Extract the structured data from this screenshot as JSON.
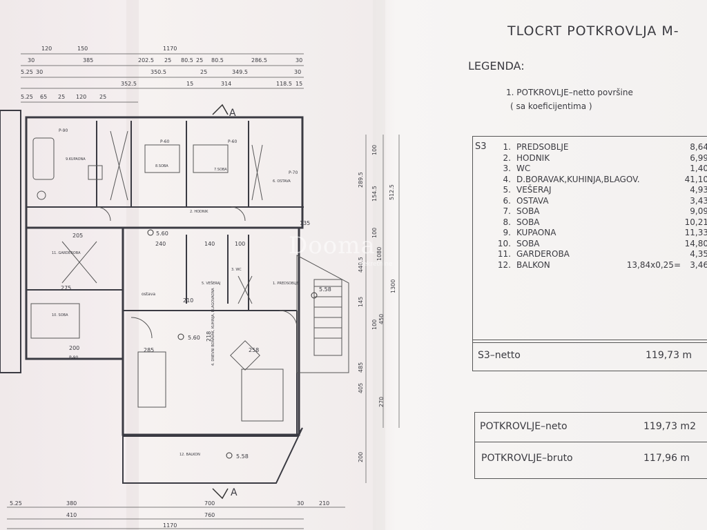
{
  "title": "TLOCRT POTKROVLJA M-",
  "legend_heading": "LEGENDA:",
  "legend_note_line1": "1. POTKROVLJE–netto površine",
  "legend_note_line2": "( sa koeficijentima )",
  "unit_tag": "S3",
  "rooms": [
    {
      "no": "1.",
      "name": "PREDSOBLJE",
      "calc": "",
      "area": "8,64"
    },
    {
      "no": "2.",
      "name": "HODNIK",
      "calc": "",
      "area": "6,99"
    },
    {
      "no": "3.",
      "name": "WC",
      "calc": "",
      "area": "1,40"
    },
    {
      "no": "4.",
      "name": "D.BORAVAK,KUHINJA,BLAGOV.",
      "calc": "",
      "area": "41,10"
    },
    {
      "no": "5.",
      "name": "VEŠERAJ",
      "calc": "",
      "area": "4,93"
    },
    {
      "no": "6.",
      "name": "OSTAVA",
      "calc": "",
      "area": "3,43"
    },
    {
      "no": "7.",
      "name": "SOBA",
      "calc": "",
      "area": "9,09"
    },
    {
      "no": "8.",
      "name": "SOBA",
      "calc": "",
      "area": "10,21"
    },
    {
      "no": "9.",
      "name": "KUPAONA",
      "calc": "",
      "area": "11,33"
    },
    {
      "no": "10.",
      "name": "SOBA",
      "calc": "",
      "area": "14,80"
    },
    {
      "no": "11.",
      "name": "GARDEROBA",
      "calc": "",
      "area": "4,35"
    },
    {
      "no": "12.",
      "name": "BALKON",
      "calc": "13,84x0,25=",
      "area": "3,46"
    }
  ],
  "s3_netto_label": "S3–netto",
  "s3_netto_value": "119,73 m",
  "potkrovlje_neto_label": "POTKROVLJE–neto",
  "potkrovlje_neto_value": "119,73 m2",
  "potkrovlje_bruto_label": "POTKROVLJE–bruto",
  "potkrovlje_bruto_value": "117,96 m",
  "watermark": "Dooma",
  "watermark_sub": "nekretnine",
  "plan": {
    "top_dims_row1": [
      "120",
      "150",
      "1170"
    ],
    "top_dims_row2": [
      "30",
      "385",
      "202.5",
      "25",
      "80.5",
      "25",
      "80.5",
      "286.5",
      "30"
    ],
    "top_dims_row3": [
      "5.25",
      "30",
      "350.5",
      "25",
      "349.5",
      "30"
    ],
    "top_dims_row4": [
      "352.5",
      "15",
      "314",
      "118.5",
      "15"
    ],
    "top_dims_row5": [
      "5.25",
      "65",
      "25",
      "120",
      "25"
    ],
    "section_label": "A",
    "levels": [
      "5.60",
      "5.60",
      "5.58",
      "5.58"
    ],
    "room_labels": [
      "9.KUPAONA",
      "8.SOBA",
      "7.SOBA",
      "6. OSTAVA",
      "2. HODNIK",
      "11. GARDEROBA",
      "10. SOBA",
      "5. VEŠERAJ",
      "3. WC",
      "1. PREDSOBLJE",
      "4. DNEVNI BORAVAK, KUHINJA, BLAGOVAONA",
      "12. BALKON"
    ],
    "right_dims": [
      "100",
      "289.5",
      "154.5",
      "512.5",
      "100",
      "440.5",
      "1080",
      "1300",
      "145",
      "450",
      "485",
      "405",
      "270",
      "200",
      "100"
    ],
    "bottom_dims": [
      "5.25",
      "380",
      "700",
      "30",
      "210",
      "410",
      "760",
      "1170"
    ],
    "misc_labels": [
      "P-90",
      "P-60",
      "P-60",
      "P-70",
      "P-90",
      "240",
      "140",
      "100",
      "275",
      "200",
      "285",
      "258",
      "218",
      "205",
      "ostava",
      "210",
      "135"
    ]
  }
}
